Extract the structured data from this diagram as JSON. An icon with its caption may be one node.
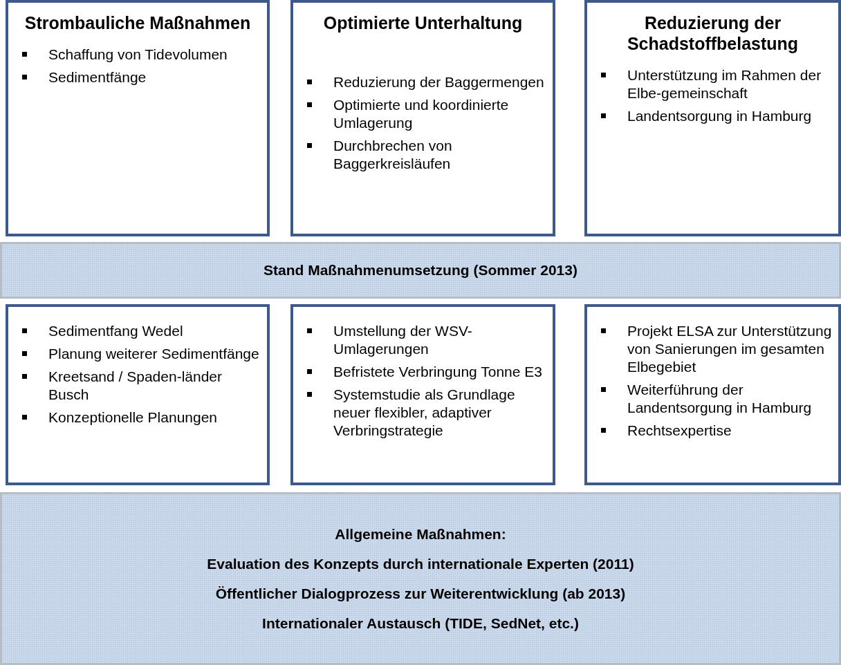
{
  "diagram": {
    "nodes": [
      {
        "text": [
          "Strombauliche Maßnahmen",
          "Schaffung von Tidevolumen",
          "Sedimentfänge"
        ]
      },
      {
        "text": [
          "Optimierte Unterhaltung",
          "Reduzierung der Baggermengen",
          "Optimierte und koordinierte Umlagerung",
          "Durchbrechen von Baggerkreisläufen"
        ]
      },
      {
        "text": [
          "Reduzierung der Schadstoffbelastung",
          "Unterstützung im Rahmen der Elbe-gemeinschaft",
          "Landentsorgung in Hamburg"
        ]
      },
      {
        "text": [
          "Stand Maßnahmenumsetzung (Sommer 2013)"
        ]
      },
      {
        "text": [
          "Sedimentfang Wedel",
          "Planung weiterer Sedimentfänge",
          "Kreetsand / Spaden-länder Busch",
          "Konzeptionelle Planungen"
        ]
      },
      {
        "text": [
          "Umstellung der WSV-Umlagerungen",
          "Befristete Verbringung Tonne E3",
          "Systemstudie als Grundlage neuer flexibler, adaptiver Verbringstrategie"
        ]
      },
      {
        "text": [
          "Projekt ELSA zur Unterstützung  von Sanierungen im gesamten Elbegebiet",
          "Weiterführung der Landentsorgung in Hamburg",
          "Rechtsexpertise"
        ]
      },
      {
        "text": [
          "Allgemeine  Maßnahmen:",
          "Evaluation des Konzepts durch internationale Experten (2011)",
          "Öffentlicher Dialogprozess zur Weiterentwicklung (ab 2013)",
          "Internationaler Austausch (TIDE, SedNet, etc.)"
        ]
      }
    ]
  }
}
